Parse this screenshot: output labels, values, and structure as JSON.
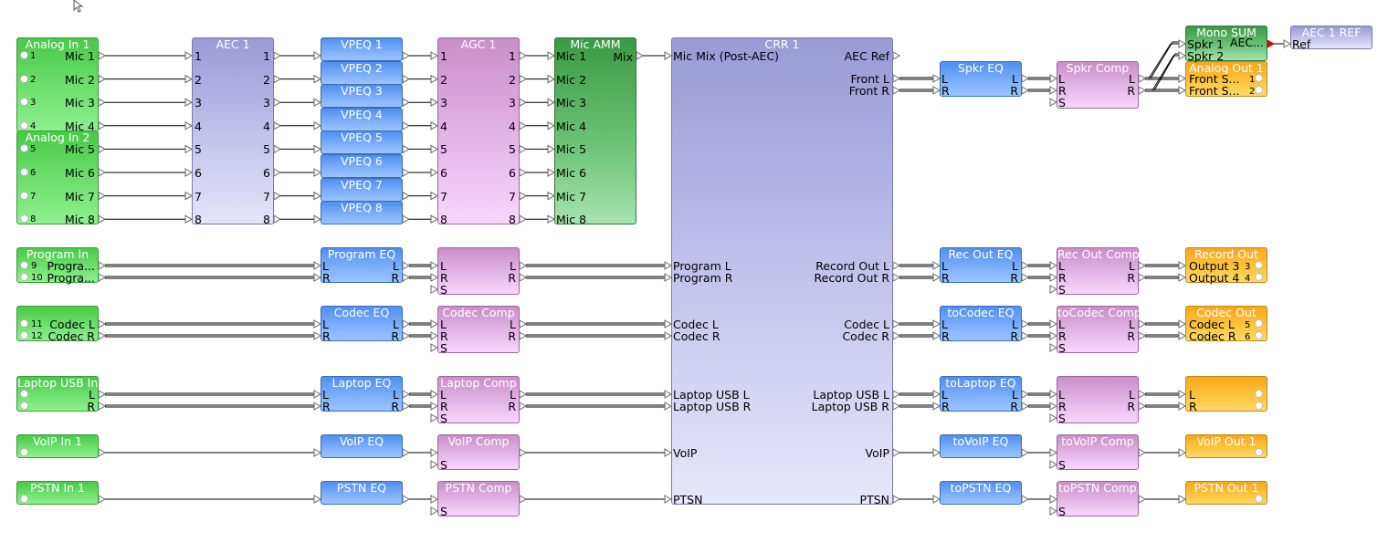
{
  "blocks": {
    "analog_in_1": {
      "title": "Analog In 1",
      "channels": [
        {
          "num": "1",
          "label": "Mic 1"
        },
        {
          "num": "2",
          "label": "Mic 2"
        },
        {
          "num": "3",
          "label": "Mic 3"
        },
        {
          "num": "4",
          "label": "Mic 4"
        }
      ]
    },
    "analog_in_2": {
      "title": "Analog In 2",
      "channels": [
        {
          "num": "5",
          "label": "Mic 5"
        },
        {
          "num": "6",
          "label": "Mic 6"
        },
        {
          "num": "7",
          "label": "Mic 7"
        },
        {
          "num": "8",
          "label": "Mic 8"
        }
      ]
    },
    "aec_1": {
      "title": "AEC 1",
      "ports": [
        "1",
        "2",
        "3",
        "4",
        "5",
        "6",
        "7",
        "8"
      ]
    },
    "vpeq": [
      "VPEQ 1",
      "VPEQ 2",
      "VPEQ 3",
      "VPEQ 4",
      "VPEQ 5",
      "VPEQ 6",
      "VPEQ 7",
      "VPEQ 8"
    ],
    "agc_1": {
      "title": "AGC 1",
      "ports": [
        "1",
        "2",
        "3",
        "4",
        "5",
        "6",
        "7",
        "8"
      ]
    },
    "mic_amm": {
      "title": "Mic AMM",
      "inputs": [
        "Mic 1",
        "Mic 2",
        "Mic 3",
        "Mic 4",
        "Mic 5",
        "Mic 6",
        "Mic 7",
        "Mic 8"
      ],
      "output": "Mix"
    },
    "crr_1": {
      "title": "CRR 1",
      "inputs": {
        "mic_mix": "Mic Mix (Post-AEC)",
        "program_l": "Program L",
        "program_r": "Program R",
        "codec_l": "Codec L",
        "codec_r": "Codec R",
        "laptop_l": "Laptop USB L",
        "laptop_r": "Laptop USB R",
        "voip": "VoIP",
        "ptsn": "PTSN"
      },
      "outputs": {
        "aec_ref": "AEC Ref",
        "front_l": "Front L",
        "front_r": "Front R",
        "record_l": "Record Out L",
        "record_r": "Record Out R",
        "codec_l": "Codec L",
        "codec_r": "Codec R",
        "laptop_l": "Laptop USB L",
        "laptop_r": "Laptop USB R",
        "voip": "VoIP",
        "ptsn": "PTSN"
      }
    },
    "spkr_eq": {
      "title": "Spkr EQ"
    },
    "spkr_comp": {
      "title": "Spkr Comp"
    },
    "mono_sum": {
      "title": "Mono SUM",
      "in1": "Spkr 1",
      "in2": "Spkr 2",
      "out": "AEC..."
    },
    "aec_1_ref": {
      "title": "AEC 1 REF",
      "in": "Ref"
    },
    "analog_out_1": {
      "title": "Analog Out 1",
      "ch1": "Front S...",
      "ch1_num": "1",
      "ch2": "Front S...",
      "ch2_num": "2"
    },
    "program_in": {
      "title": "Program In",
      "ch1_num": "9",
      "ch1": "Progra...",
      "ch2_num": "10",
      "ch2": "Progra..."
    },
    "program_eq": {
      "title": "Program EQ"
    },
    "rec_out_eq": {
      "title": "Rec Out EQ"
    },
    "rec_out_comp": {
      "title": "Rec Out Comp"
    },
    "record_out": {
      "title": "Record Out",
      "ch1": "Output 3",
      "ch1_num": "3",
      "ch2": "Output 4",
      "ch2_num": "4"
    },
    "codec_in": {
      "ch1_num": "11",
      "ch1": "Codec L",
      "ch2_num": "12",
      "ch2": "Codec R"
    },
    "codec_eq": {
      "title": "Codec EQ"
    },
    "codec_comp": {
      "title": "Codec Comp"
    },
    "tocodec_eq": {
      "title": "toCodec EQ"
    },
    "tocodec_comp": {
      "title": "toCodec Comp"
    },
    "codec_out": {
      "title": "Codec Out",
      "ch1": "Codec L",
      "ch1_num": "5",
      "ch2": "Codec R",
      "ch2_num": "6"
    },
    "laptop_usb_in": {
      "title": "Laptop USB In",
      "l": "L",
      "r": "R"
    },
    "laptop_eq": {
      "title": "Laptop EQ"
    },
    "laptop_comp": {
      "title": "Laptop Comp"
    },
    "tolaptop_eq": {
      "title": "toLaptop EQ"
    },
    "laptop_out": {
      "l": "L",
      "r": "R"
    },
    "voip_in_1": {
      "title": "VoIP In 1"
    },
    "voip_eq": {
      "title": "VoIP EQ"
    },
    "voip_comp": {
      "title": "VoIP Comp"
    },
    "tovoip_eq": {
      "title": "toVoIP EQ"
    },
    "tovoip_comp": {
      "title": "toVoIP Comp"
    },
    "voip_out_1": {
      "title": "VoIP Out 1"
    },
    "pstn_in_1": {
      "title": "PSTN In 1"
    },
    "pstn_eq": {
      "title": "PSTN EQ"
    },
    "pstn_comp": {
      "title": "PSTN Comp"
    },
    "topstn_eq": {
      "title": "toPSTN EQ"
    },
    "topstn_comp": {
      "title": "toPSTN Comp"
    },
    "pstn_out_1": {
      "title": "PSTN Out 1"
    }
  },
  "port_labels": {
    "l": "L",
    "r": "R",
    "s": "S"
  },
  "colors": {
    "input_green": "#5fd75f",
    "amm_green": "#4fae5a",
    "lavender": "#c8c8ee",
    "eq_blue": "#7fb1fa",
    "comp_pink": "#e4b6e8",
    "output_orange": "#fcc640",
    "connected_red": "#e00000"
  }
}
